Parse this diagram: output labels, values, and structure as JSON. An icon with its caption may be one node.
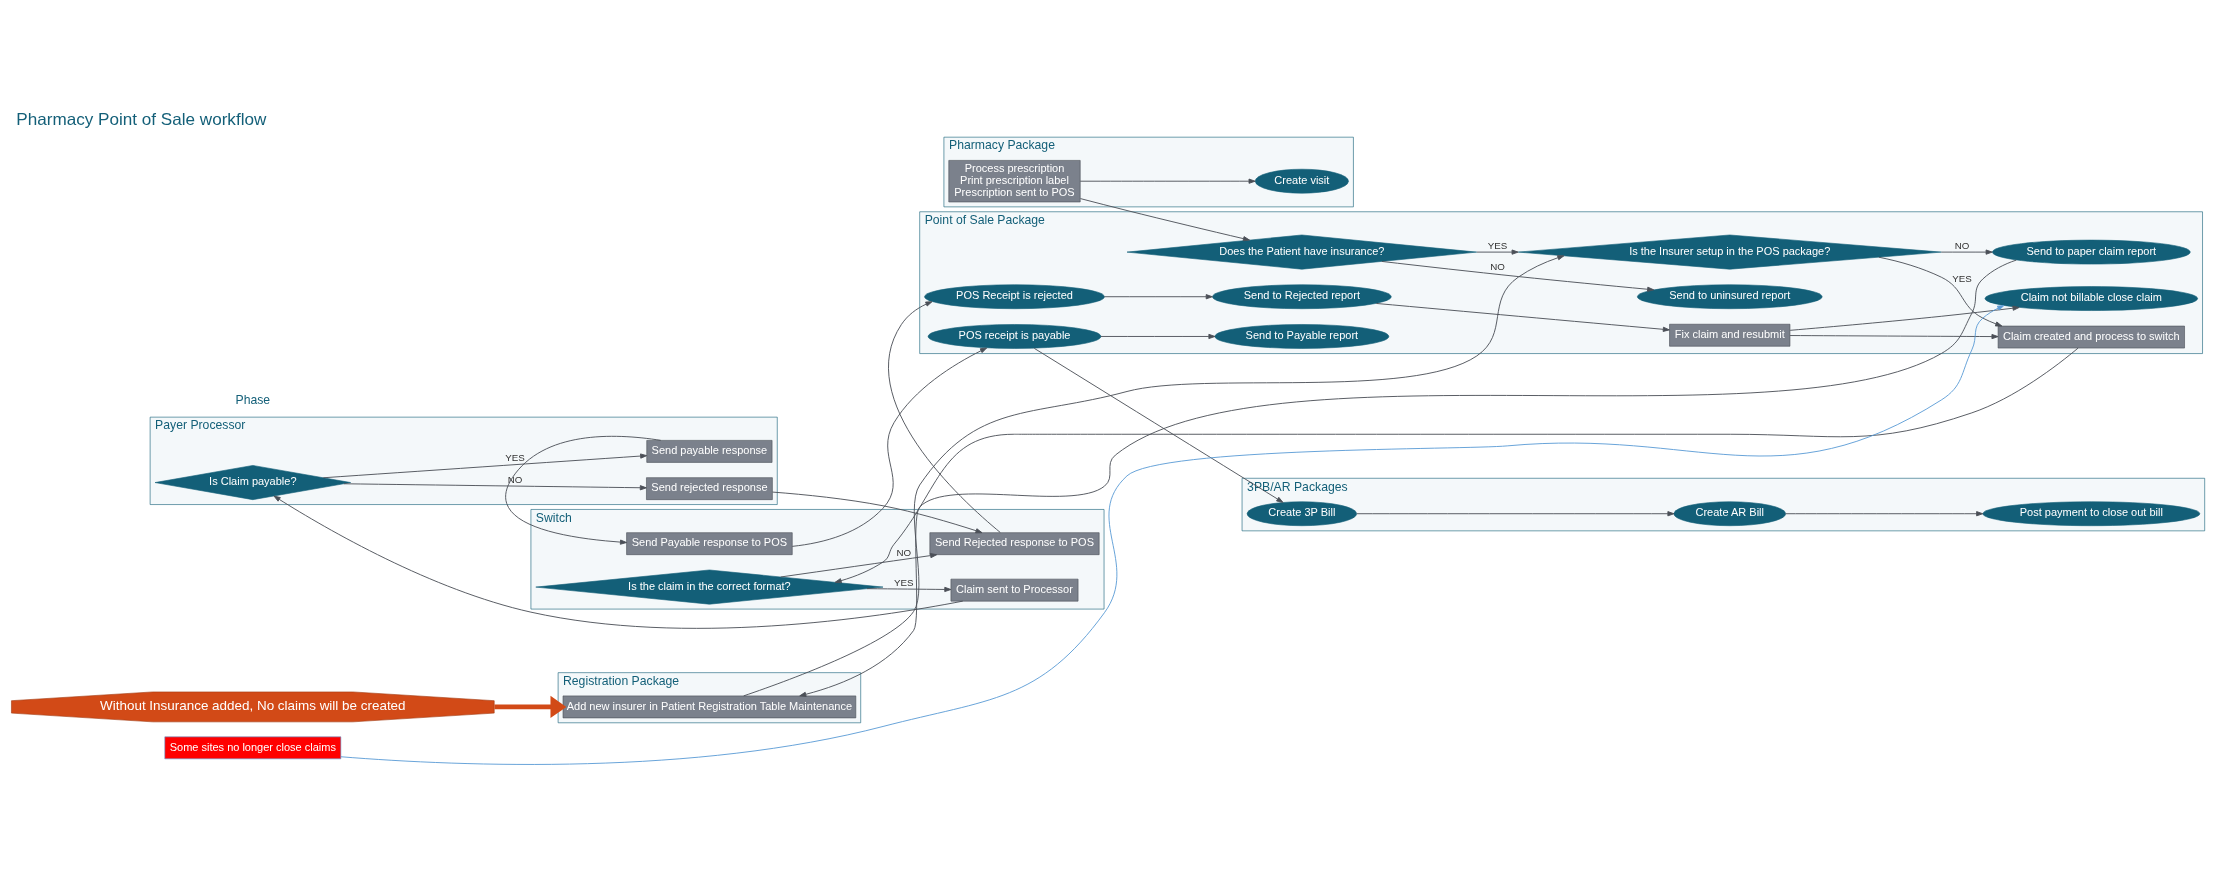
{
  "diagram": {
    "title": "Pharmacy Point of Sale workflow",
    "nodes": [
      {
        "text": [
          "Pharmacy Package"
        ]
      },
      {
        "text": [
          "Process prescription",
          "Print prescription label",
          "Prescription sent to POS"
        ],
        "in": 0
      },
      {
        "text": [
          "Create visit"
        ],
        "in": 0
      },
      {
        "text": [
          "Registration Package"
        ]
      },
      {
        "text": [
          "Add new insurer in Patient Registration Table Maintenance"
        ],
        "in": 3
      },
      {
        "text": [
          "Point of Sale Package"
        ]
      },
      {
        "text": [
          "Does the Patient have insurance?"
        ],
        "in": 5
      },
      {
        "text": [
          "Send to uninsured report"
        ],
        "in": 5
      },
      {
        "text": [
          "Is the Insurer setup in the POS package?"
        ],
        "in": 5
      },
      {
        "text": [
          "Send to paper claim report"
        ],
        "in": 5
      },
      {
        "text": [
          "Claim created and process to switch"
        ],
        "in": 5
      },
      {
        "text": [
          "Fix claim and resubmit"
        ],
        "in": 5
      },
      {
        "text": [
          "Claim not billable close claim"
        ],
        "in": 5
      },
      {
        "text": [
          "Send to Rejected report"
        ],
        "in": 5
      },
      {
        "text": [
          "POS Receipt is rejected"
        ],
        "in": 5
      },
      {
        "text": [
          "Send to Payable report"
        ],
        "in": 5
      },
      {
        "text": [
          "POS receipt is payable"
        ],
        "in": 5
      },
      {
        "text": [
          "Some sites no longer close claims"
        ]
      },
      {
        "text": [
          "Switch"
        ]
      },
      {
        "text": [
          "Claim sent to Processor"
        ],
        "in": 18
      },
      {
        "text": [
          "Is the claim in the correct format?"
        ],
        "in": 18
      },
      {
        "text": [
          "Send Rejected response to POS"
        ],
        "in": 18
      },
      {
        "text": [
          "Send Payable response to POS"
        ],
        "in": 18
      },
      {
        "text": [
          "Payer Processor"
        ]
      },
      {
        "text": [
          "Is Claim payable?"
        ],
        "in": 23
      },
      {
        "text": [
          "Send rejected response"
        ],
        "in": 23
      },
      {
        "text": [
          "Send payable response"
        ],
        "in": 23
      },
      {
        "text": [
          "3PB/AR Packages"
        ]
      },
      {
        "text": [
          "Create 3P Bill"
        ],
        "in": 27
      },
      {
        "text": [
          "Create AR Bill"
        ],
        "in": 27
      },
      {
        "text": [
          "Post payment to close out bill"
        ],
        "in": 27
      },
      {
        "text": [
          "Without Insurance added, No claims will be created"
        ]
      }
    ],
    "edges": [
      {
        "from": 1,
        "to": 2,
        "arrow": "to"
      },
      {
        "from": 1,
        "to": 6,
        "arrow": "to"
      },
      {
        "from": 6,
        "to": 7,
        "arrow": "to",
        "label": "NO"
      },
      {
        "from": 6,
        "to": 8,
        "arrow": "to",
        "label": "YES"
      },
      {
        "from": 4,
        "to": 8,
        "arrow": "to"
      },
      {
        "from": 8,
        "to": 9,
        "arrow": "to",
        "label": "NO"
      },
      {
        "from": 8,
        "to": 10,
        "arrow": "to",
        "label": "YES"
      },
      {
        "from": 9,
        "to": 4,
        "arrow": "to"
      },
      {
        "from": 10,
        "to": 20,
        "arrow": "to"
      },
      {
        "from": 11,
        "to": 10,
        "arrow": "to"
      },
      {
        "from": 11,
        "to": 12,
        "arrow": "to"
      },
      {
        "from": 13,
        "to": 11,
        "arrow": "to"
      },
      {
        "from": 14,
        "to": 13,
        "arrow": "to"
      },
      {
        "from": 16,
        "to": 15,
        "arrow": "to"
      },
      {
        "from": 16,
        "to": 28,
        "arrow": "to"
      },
      {
        "from": 20,
        "to": 19,
        "arrow": "to",
        "label": "YES"
      },
      {
        "from": 20,
        "to": 21,
        "arrow": "to",
        "label": "NO"
      },
      {
        "from": 19,
        "to": 24,
        "arrow": "to"
      },
      {
        "from": 24,
        "to": 25,
        "arrow": "to",
        "label": "NO"
      },
      {
        "from": 24,
        "to": 26,
        "arrow": "to",
        "label": "YES"
      },
      {
        "from": 25,
        "to": 21,
        "arrow": "to"
      },
      {
        "from": 21,
        "to": 14,
        "arrow": "to"
      },
      {
        "from": 26,
        "to": 22,
        "arrow": "to"
      },
      {
        "from": 22,
        "to": 16,
        "arrow": "to"
      },
      {
        "from": 28,
        "to": 29,
        "arrow": "to"
      },
      {
        "from": 29,
        "to": 30,
        "arrow": "to"
      },
      {
        "from": 17,
        "to": 12,
        "arrow": "to",
        "color": "#5b9bd5"
      },
      {
        "from": 31,
        "to": 4,
        "arrow": "to",
        "style": "thick",
        "color": "#d24a17"
      }
    ],
    "labels": [
      "Phase"
    ]
  }
}
